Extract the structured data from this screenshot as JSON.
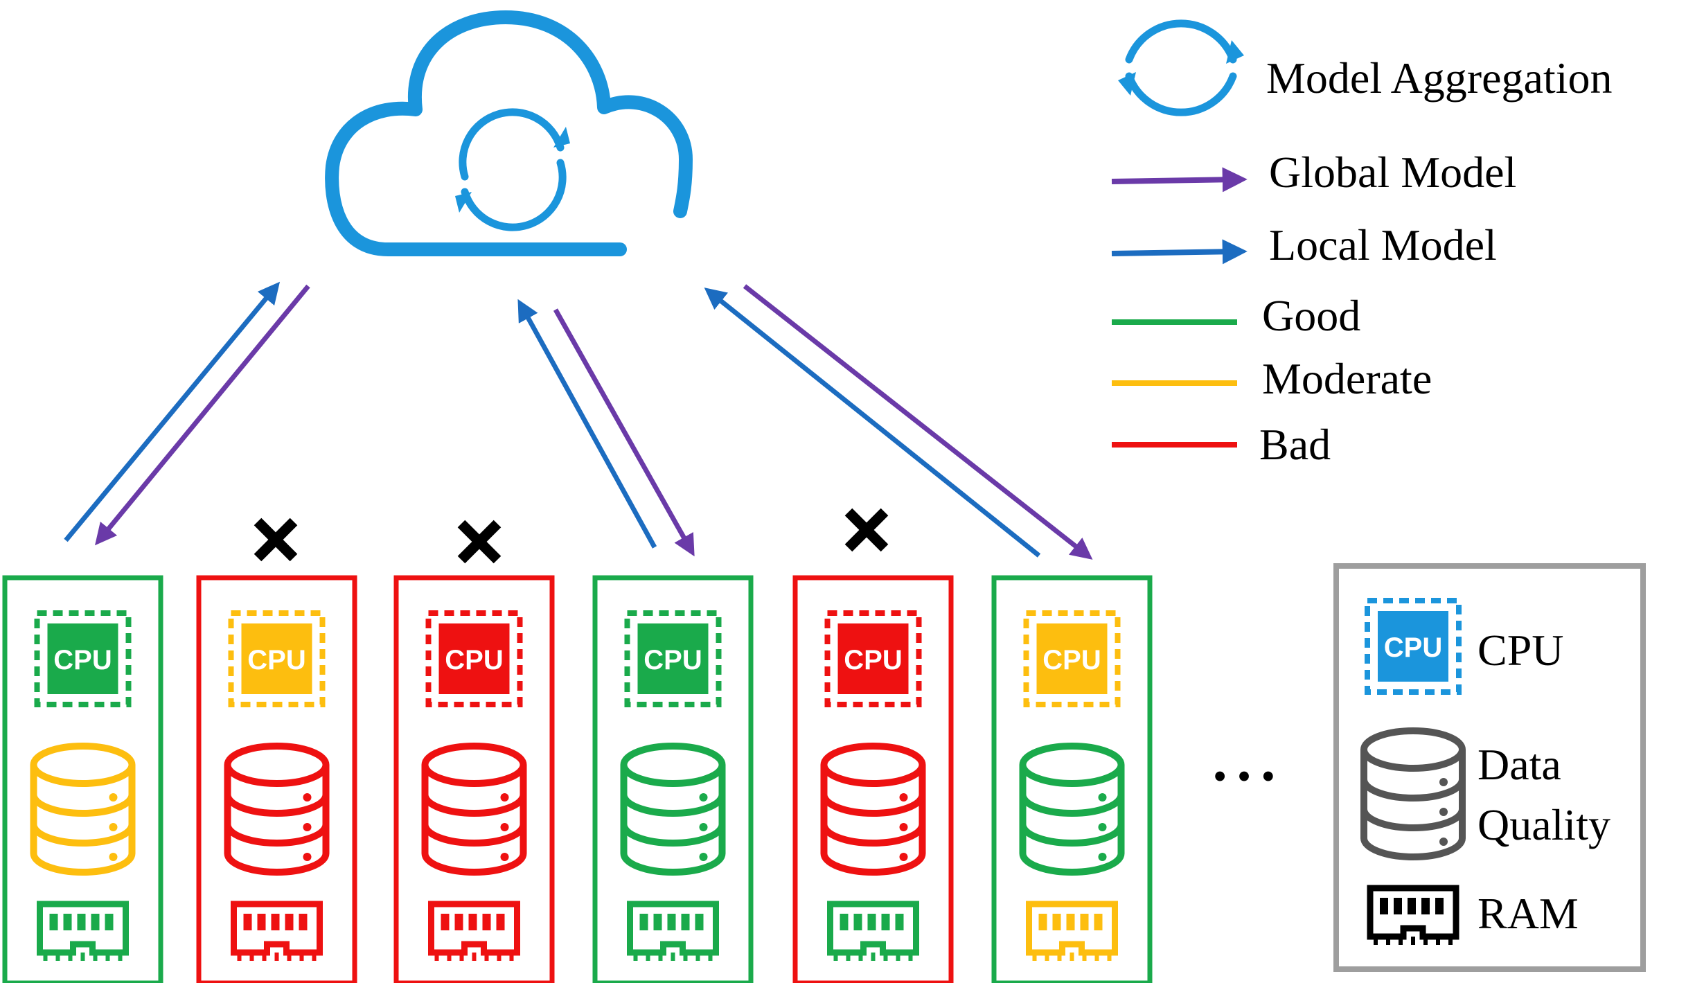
{
  "colors": {
    "good": "#1aaa4b",
    "moderate": "#fdbe0f",
    "bad": "#ee1111",
    "cloud": "#1b95dc",
    "global_arrow": "#6a3aa8",
    "local_arrow": "#1c6cc0",
    "legend_box_border": "#9e9e9e",
    "neutral_icon": "#555555"
  },
  "legend": {
    "model_aggregation": "Model Aggregation",
    "global_model": "Global Model",
    "local_model": "Local Model",
    "good": "Good",
    "moderate": "Moderate",
    "bad": "Bad"
  },
  "icon_legend": {
    "cpu": "CPU",
    "data_quality_line1": "Data",
    "data_quality_line2": "Quality",
    "ram": "RAM"
  },
  "cpu_chip_label": "CPU",
  "ellipsis": "• • •",
  "clients": [
    {
      "box": "good",
      "cpu": "good",
      "data": "moderate",
      "ram": "good",
      "excluded": false,
      "connected": true
    },
    {
      "box": "bad",
      "cpu": "moderate",
      "data": "bad",
      "ram": "bad",
      "excluded": true,
      "connected": false
    },
    {
      "box": "bad",
      "cpu": "bad",
      "data": "bad",
      "ram": "bad",
      "excluded": true,
      "connected": false
    },
    {
      "box": "good",
      "cpu": "good",
      "data": "good",
      "ram": "good",
      "excluded": false,
      "connected": true
    },
    {
      "box": "bad",
      "cpu": "bad",
      "data": "bad",
      "ram": "good",
      "excluded": true,
      "connected": false
    },
    {
      "box": "good",
      "cpu": "moderate",
      "data": "good",
      "ram": "moderate",
      "excluded": false,
      "connected": true
    }
  ]
}
